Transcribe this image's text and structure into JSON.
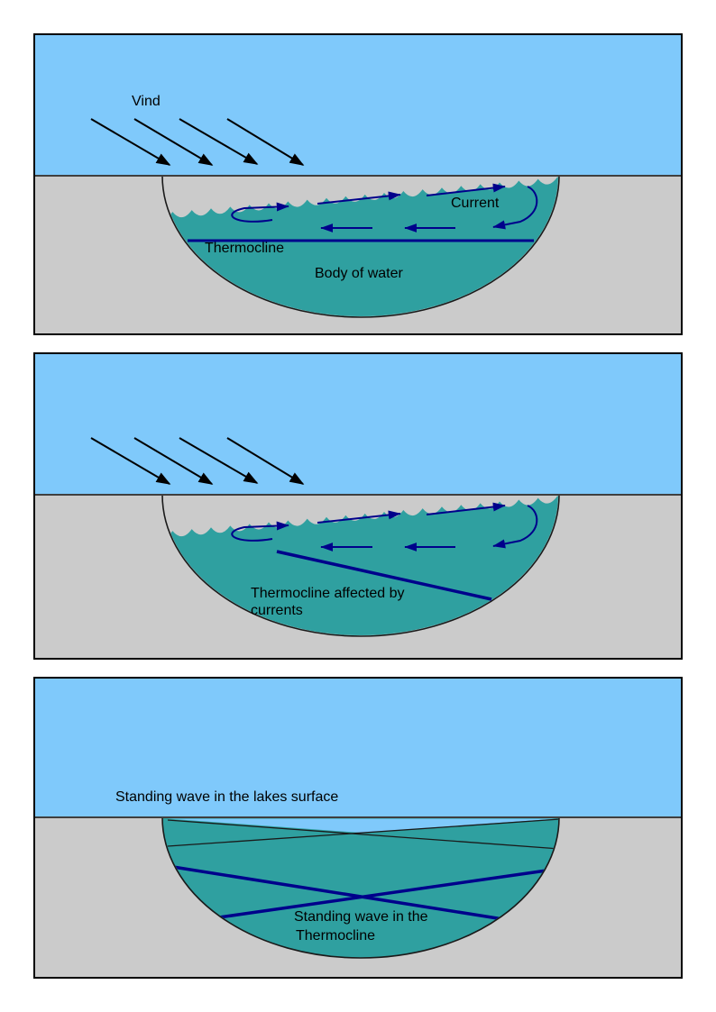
{
  "diagram": {
    "panel1": {
      "wind_label": "Vind",
      "current_label": "Current",
      "thermocline_label": "Thermocline",
      "body_label": "Body of water"
    },
    "panel2": {
      "caption_line1": "Thermocline affected by",
      "caption_line2": "currents"
    },
    "panel3": {
      "surface_label": "Standing wave in the lakes surface",
      "thermo_label_line1": "Standing wave in the",
      "thermo_label_line2": "Thermocline"
    }
  },
  "colors": {
    "sky_blue": "#7fc9fb",
    "ground_gray": "#cbcbcb",
    "water_teal": "#2fa0a0",
    "current_navy": "#00008b",
    "wind_black": "#000000",
    "outline_dark": "#1a1a1a"
  }
}
